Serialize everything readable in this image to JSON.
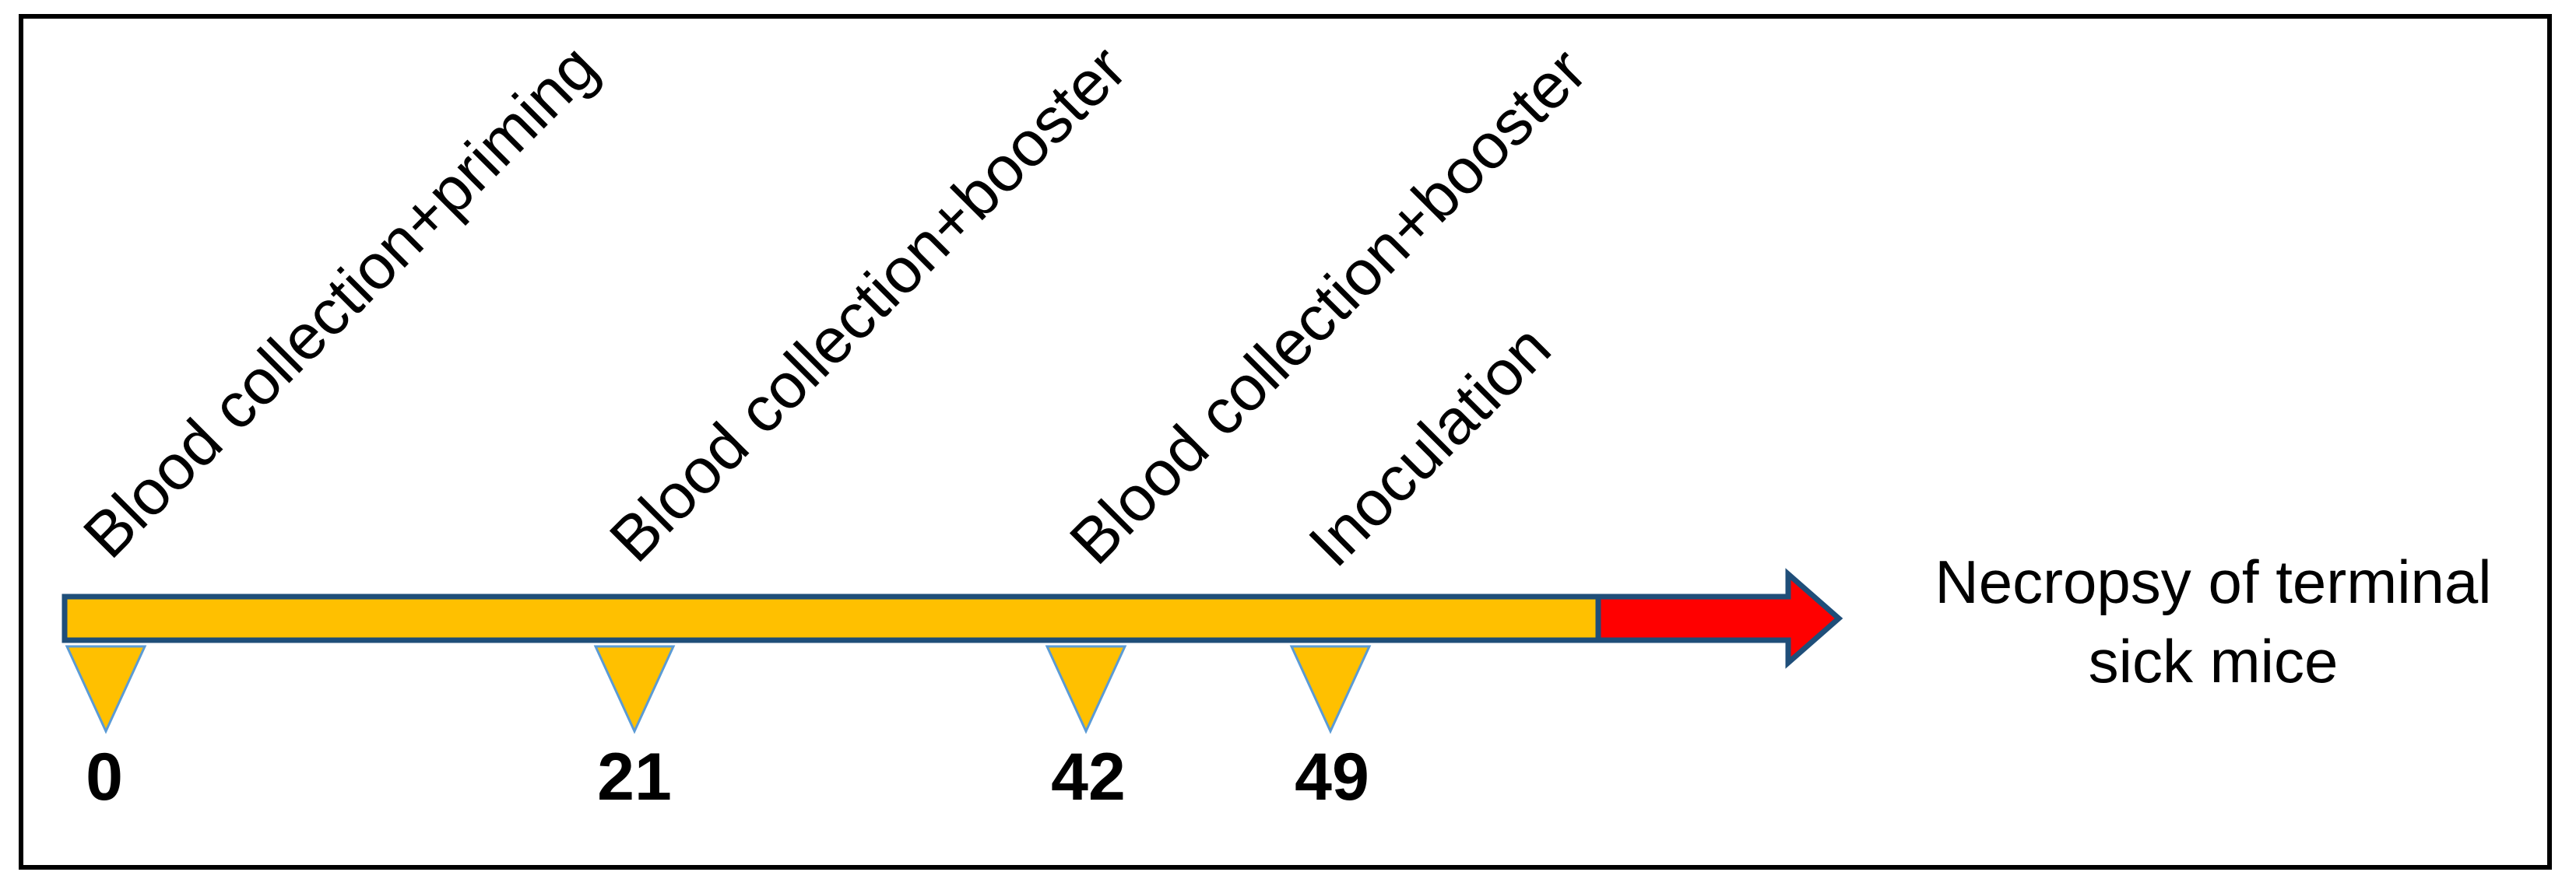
{
  "colors": {
    "bar_fill": "#FFC000",
    "bar_outline": "#1F4E79",
    "arrow_fill": "#FF0000",
    "marker_fill": "#FFC000",
    "marker_outline": "#5B9BD5",
    "frame": "#000000"
  },
  "timeline": {
    "events": [
      {
        "day": "0",
        "label": "Blood collection+priming"
      },
      {
        "day": "21",
        "label": "Blood collection+booster"
      },
      {
        "day": "42",
        "label": "Blood collection+booster"
      },
      {
        "day": "49",
        "label": "Inoculation"
      }
    ],
    "endpoint": {
      "line1": "Necropsy of terminal",
      "line2": "sick mice"
    }
  }
}
